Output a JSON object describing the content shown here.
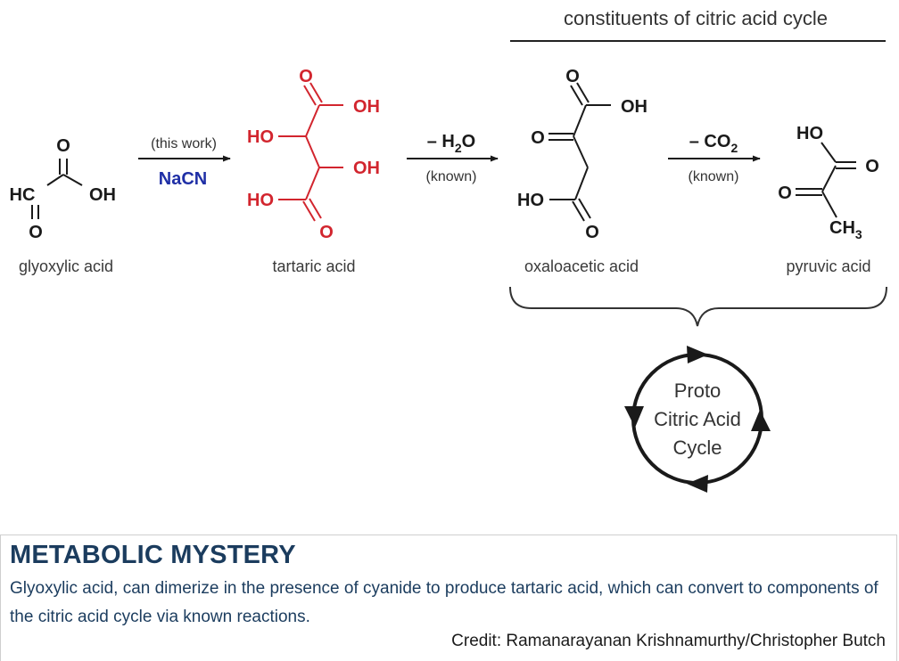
{
  "diagram": {
    "header": "constituents of citric acid cycle",
    "molecules": {
      "glyoxylic": {
        "label": "glyoxylic acid",
        "atom_o": "O",
        "atom_hc": "HC",
        "atom_oh": "OH"
      },
      "tartaric": {
        "label": "tartaric acid",
        "atom_o": "O",
        "atom_oh": "OH",
        "atom_ho": "HO"
      },
      "oxaloacetic": {
        "label": "oxaloacetic acid",
        "atom_o": "O",
        "atom_oh": "OH",
        "atom_ho": "HO"
      },
      "pyruvic": {
        "label": "pyruvic acid",
        "atom_o": "O",
        "atom_ho": "HO",
        "atom_ch": "CH",
        "atom_ch_sub": "3"
      }
    },
    "arrows": [
      {
        "above": "(this work)",
        "below": "NaCN"
      },
      {
        "above_prefix": "– H",
        "above_sub": "2",
        "above_suffix": "O",
        "below": "(known)"
      },
      {
        "above_prefix": "– CO",
        "above_sub": "2",
        "below": "(known)"
      }
    ],
    "cycle": {
      "line1": "Proto",
      "line2": "Citric Acid",
      "line3": "Cycle"
    },
    "colors": {
      "highlight": "#d2252e",
      "reagent": "#1f2fa6",
      "structure": "#1a1a1a"
    }
  },
  "caption": {
    "title": "METABOLIC MYSTERY",
    "body": "Glyoxylic acid, can dimerize in the presence of cyanide to produce tartaric acid, which can convert to components of the citric acid cycle via known reactions.",
    "credit": "Credit: Ramanarayanan Krishnamurthy/Christopher Butch"
  }
}
